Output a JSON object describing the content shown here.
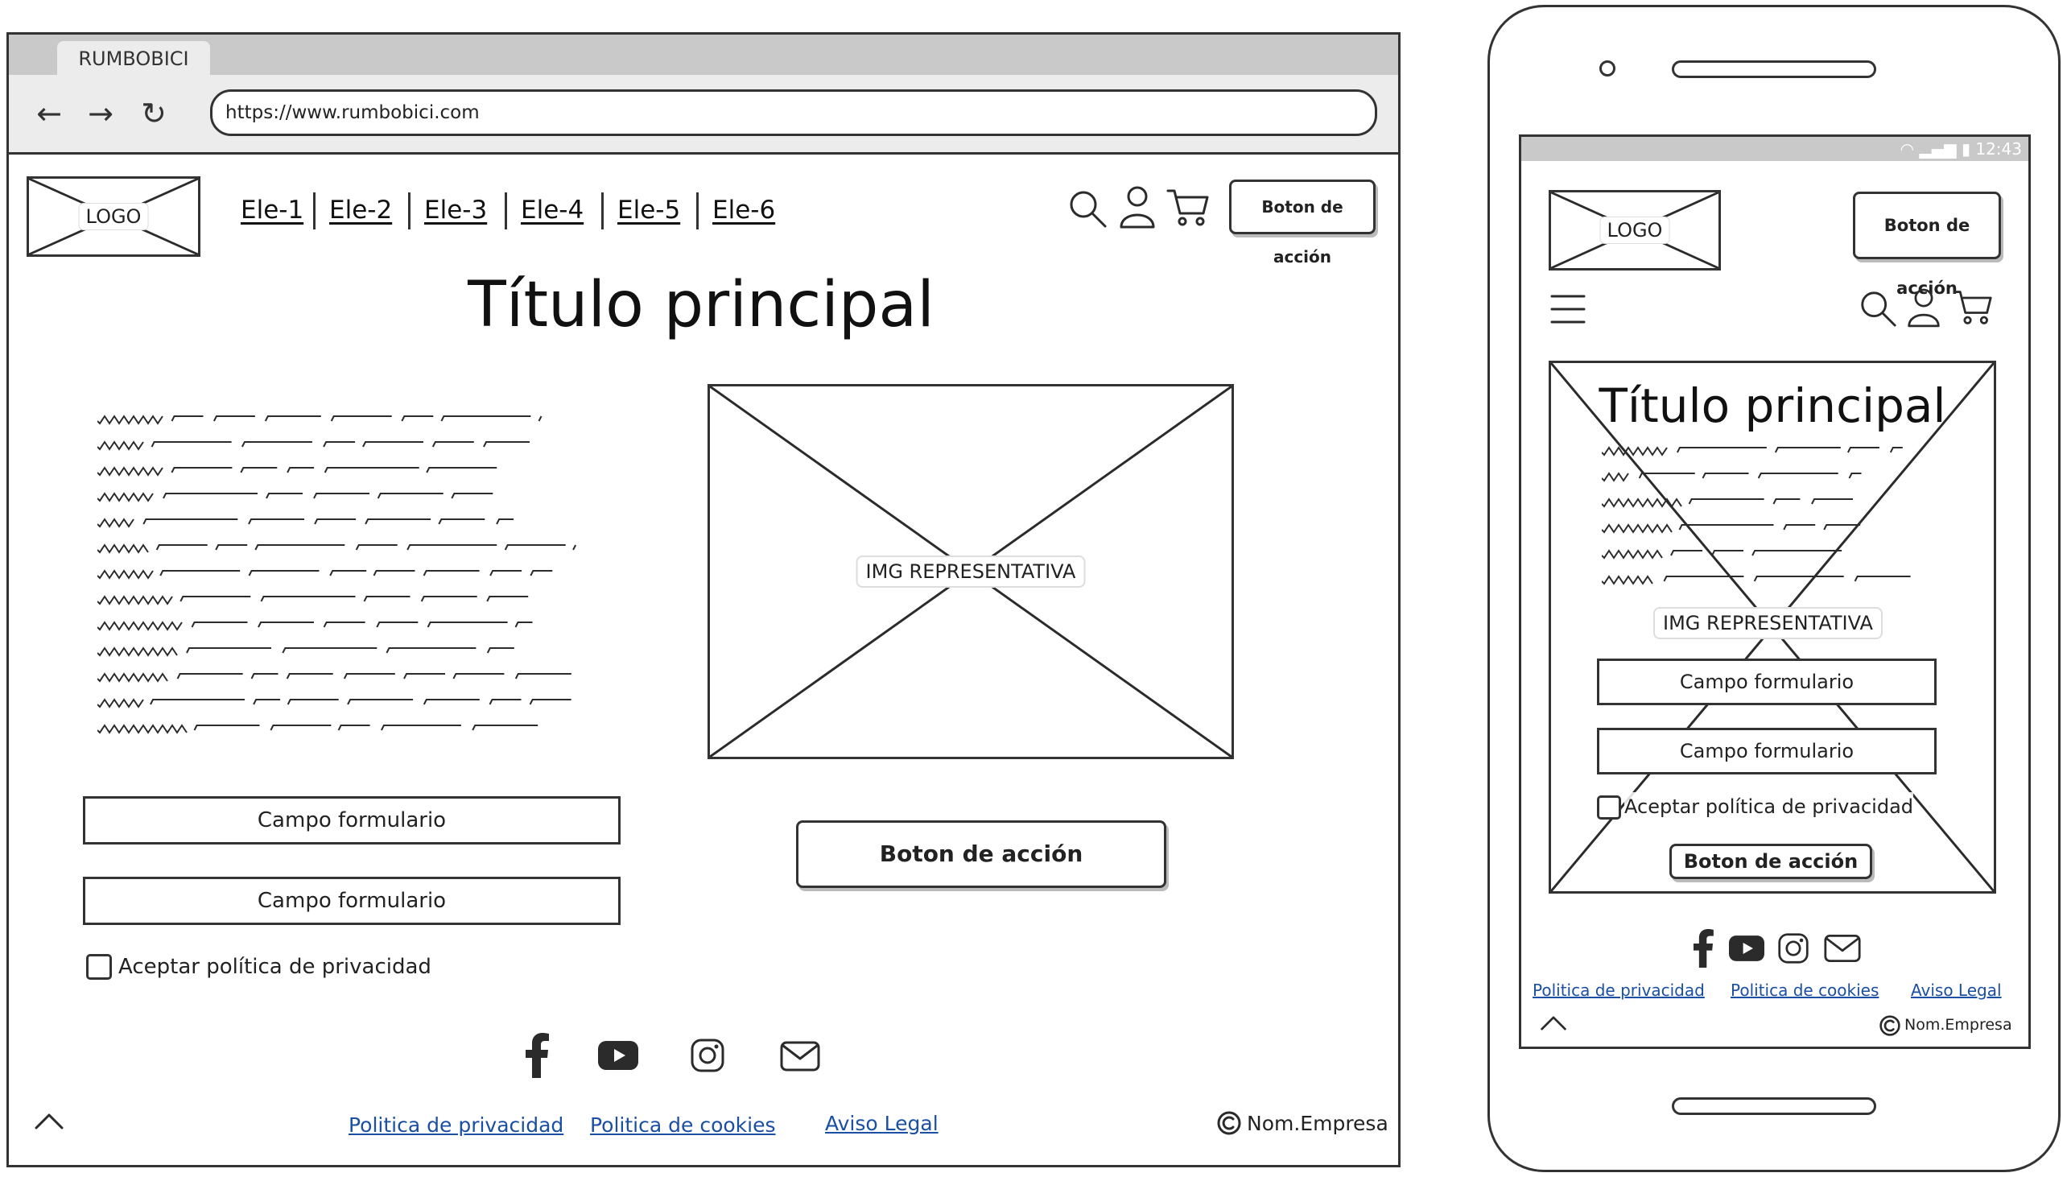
{
  "browser": {
    "tab_title": "RUMBOBICI",
    "url": "https://www.rumbobici.com",
    "nav_icons": {
      "back": "back-arrow-icon",
      "forward": "forward-arrow-icon",
      "reload": "reload-icon"
    }
  },
  "header": {
    "logo": "LOGO",
    "menu": [
      "Ele-1",
      "Ele-2",
      "Ele-3",
      "Ele-4",
      "Ele-5",
      "Ele-6"
    ],
    "icons": [
      "search-icon",
      "user-icon",
      "cart-icon"
    ],
    "action_button": "Boton de acción"
  },
  "main": {
    "title": "Título principal",
    "image_label": "IMG REPRESENTATIVA",
    "form": {
      "field1": "Campo formulario",
      "field2": "Campo formulario",
      "privacy_checkbox": "Aceptar política de privacidad"
    },
    "action_button": "Boton de acción"
  },
  "footer": {
    "social": [
      "facebook-icon",
      "youtube-icon",
      "instagram-icon",
      "mail-icon"
    ],
    "links": [
      "Politica de privacidad",
      "Politica de cookies",
      "Aviso Legal"
    ],
    "copyright": "Nom.Empresa"
  },
  "mobile": {
    "status_time": "12:43",
    "logo": "LOGO",
    "action_button_top": "Boton de acción",
    "title": "Título principal",
    "image_label": "IMG REPRESENTATIVA",
    "field1": "Campo formulario",
    "field2": "Campo formulario",
    "privacy_checkbox": "Aceptar política de privacidad",
    "action_button": "Boton de acción",
    "links": [
      "Politica de privacidad",
      "Politica de cookies",
      "Aviso Legal"
    ],
    "copyright": "Nom.Empresa"
  },
  "colors": {
    "ink": "#2b2b2b",
    "chrome": "#c9c9c9",
    "link": "#1a4fa3"
  }
}
